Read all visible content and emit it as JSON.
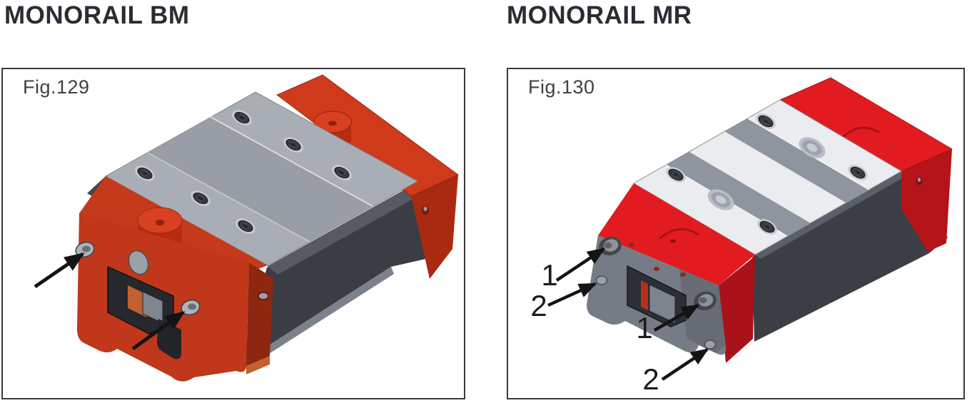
{
  "page": {
    "background": "#ffffff"
  },
  "figures": [
    {
      "title": "MONORAIL BM",
      "fig_label": "Fig.129",
      "callouts": []
    },
    {
      "title": "MONORAIL MR",
      "fig_label": "Fig.130",
      "callouts": [
        "1",
        "2",
        "1",
        "2"
      ]
    }
  ],
  "icons": {
    "callout_arrow": "black-pointer-arrow"
  },
  "colors": {
    "red_bm": "#c63a1c",
    "red_mr": "#e11b20",
    "rail_silver": "#a9aeb6",
    "rail_white": "#eaecef",
    "body_dark": "#3b3e45",
    "plate_gray": "#767c86",
    "panel_border": "#3b3b3b",
    "title_text": "#2a2d33",
    "figure_label_text": "#3e4146",
    "arrow_black": "#141414"
  }
}
